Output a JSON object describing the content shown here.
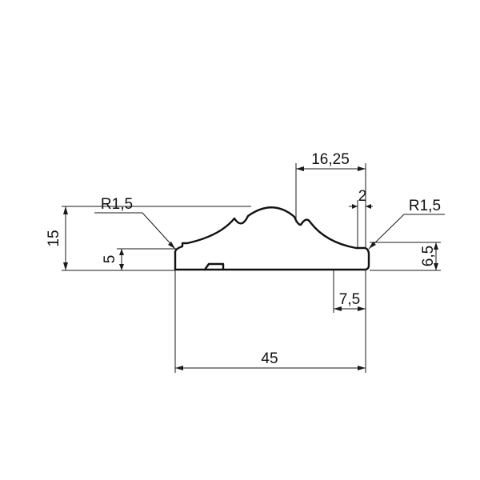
{
  "dimensions": {
    "overall_height": "15",
    "base_height": "5",
    "right_edge_height": "6,5",
    "crown_width": "16,25",
    "step_width": "2",
    "radius_left": "R1,5",
    "radius_right": "R1,5",
    "bottom_offset": "7,5",
    "overall_width": "45"
  }
}
